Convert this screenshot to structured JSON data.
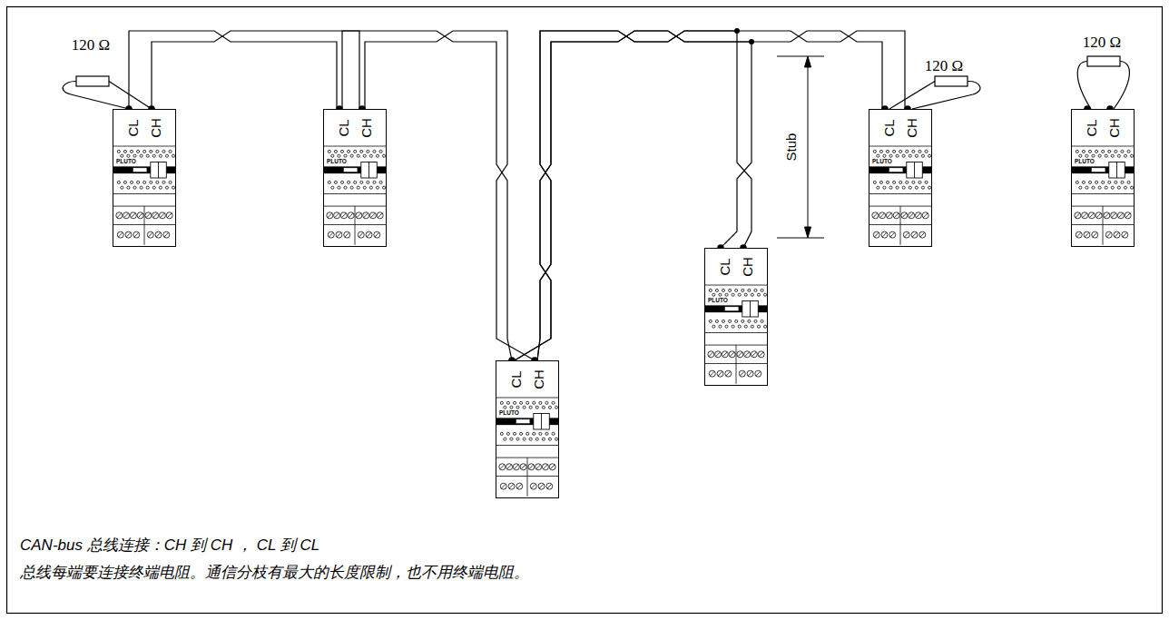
{
  "diagram": {
    "nodes": [
      {
        "text": [
          "CL",
          "CH",
          "PLUTO"
        ]
      },
      {
        "text": [
          "CL",
          "CH",
          "PLUTO"
        ]
      },
      {
        "text": [
          "CL",
          "CH",
          "PLUTO"
        ]
      },
      {
        "text": [
          "CL",
          "CH",
          "PLUTO"
        ]
      },
      {
        "text": [
          "CL",
          "CH",
          "PLUTO"
        ]
      },
      {
        "text": [
          "CL",
          "CH",
          "PLUTO"
        ]
      }
    ],
    "edges": [
      {
        "from": 0,
        "to": 1,
        "arrow": "none"
      },
      {
        "from": 1,
        "to": 2,
        "arrow": "none"
      },
      {
        "from": 2,
        "to": 3,
        "arrow": "none"
      },
      {
        "from": 2,
        "to": 4,
        "arrow": "none"
      }
    ],
    "labels": [
      "120 Ω",
      "120 Ω",
      "120 Ω",
      "Stub",
      "CAN-bus 总线连接：CH 到 CH ， CL 到 CL",
      "总线每端要连接终端电阻。通信分枝有最大的长度限制，也不用终端电阻。"
    ]
  }
}
